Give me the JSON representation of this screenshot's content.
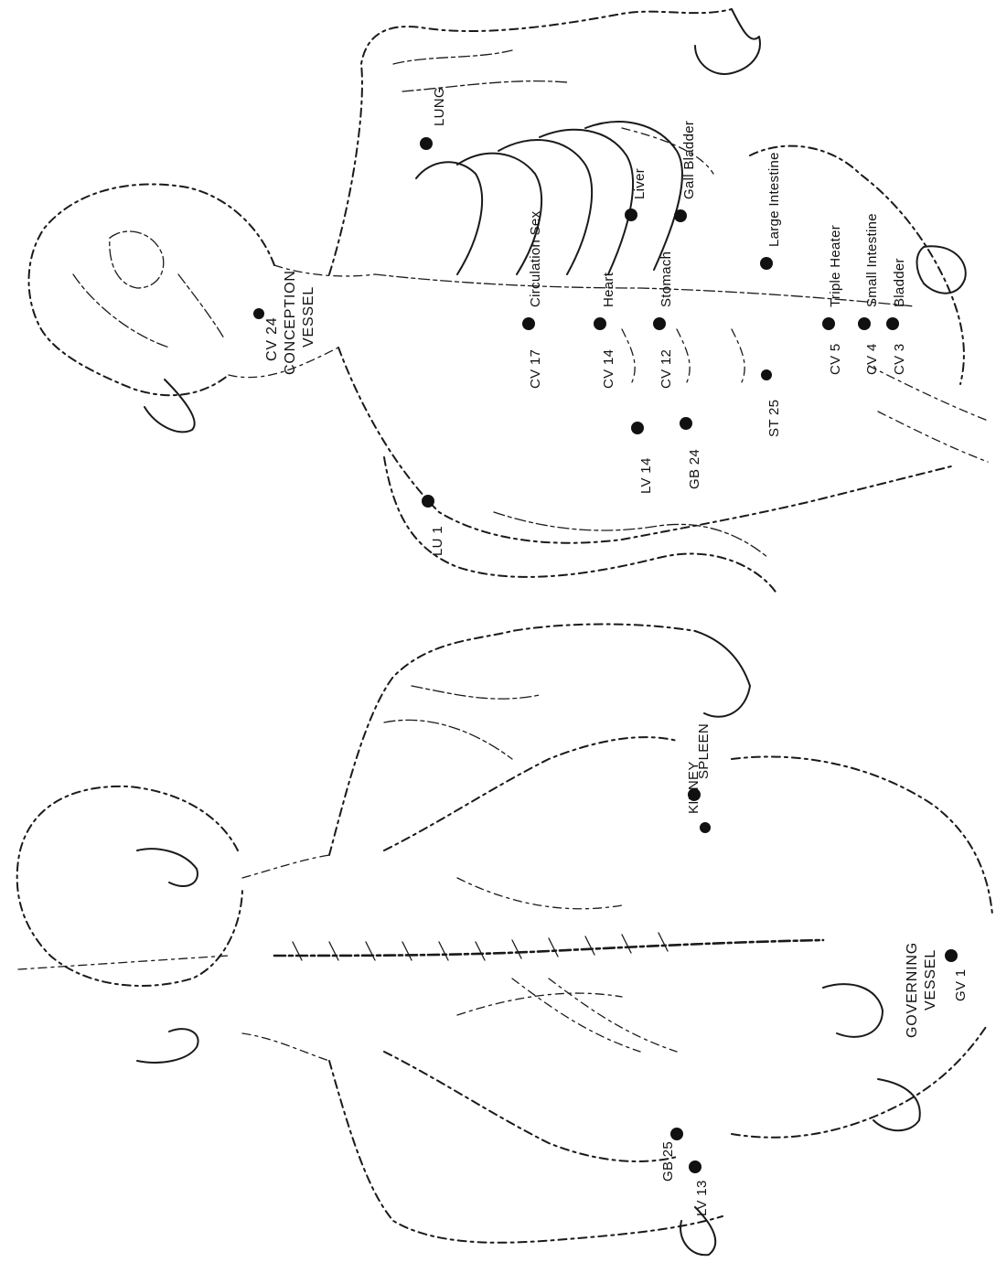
{
  "front": {
    "vessel_title": [
      "CV 24",
      "CONCEPTION",
      "VESSEL"
    ],
    "organs": [
      {
        "id": "lung",
        "label": "LUNG"
      },
      {
        "id": "liver",
        "label": "Liver"
      },
      {
        "id": "gall-bladder",
        "label": "Gall Bladder"
      },
      {
        "id": "circulation-sex",
        "label": "Circulation Sex"
      },
      {
        "id": "heart",
        "label": "Heart"
      },
      {
        "id": "stomach",
        "label": "Stomach"
      },
      {
        "id": "large-intestine",
        "label": "Large Intestine"
      },
      {
        "id": "triple-heater",
        "label": "Triple Heater"
      },
      {
        "id": "small-intestine",
        "label": "Small Intestine"
      },
      {
        "id": "bladder",
        "label": "Bladder"
      }
    ],
    "points": [
      {
        "id": "lu1",
        "label": "LU 1"
      },
      {
        "id": "lv14",
        "label": "LV 14"
      },
      {
        "id": "gb24",
        "label": "GB 24"
      },
      {
        "id": "st25",
        "label": "ST 25"
      },
      {
        "id": "cv17",
        "label": "CV 17"
      },
      {
        "id": "cv14",
        "label": "CV 14"
      },
      {
        "id": "cv12",
        "label": "CV 12"
      },
      {
        "id": "cv5",
        "label": "CV 5"
      },
      {
        "id": "cv4",
        "label": "CV 4"
      },
      {
        "id": "cv3",
        "label": "CV 3"
      }
    ]
  },
  "back": {
    "organs": [
      {
        "id": "kidney",
        "label": "KIDNEY"
      },
      {
        "id": "spleen",
        "label": "SPLEEN"
      }
    ],
    "vessel_title": [
      "GOVERNING",
      "VESSEL"
    ],
    "points": [
      {
        "id": "gv1",
        "label": "GV 1"
      },
      {
        "id": "gb25",
        "label": "GB 25"
      },
      {
        "id": "lv13",
        "label": "LV 13"
      }
    ]
  }
}
